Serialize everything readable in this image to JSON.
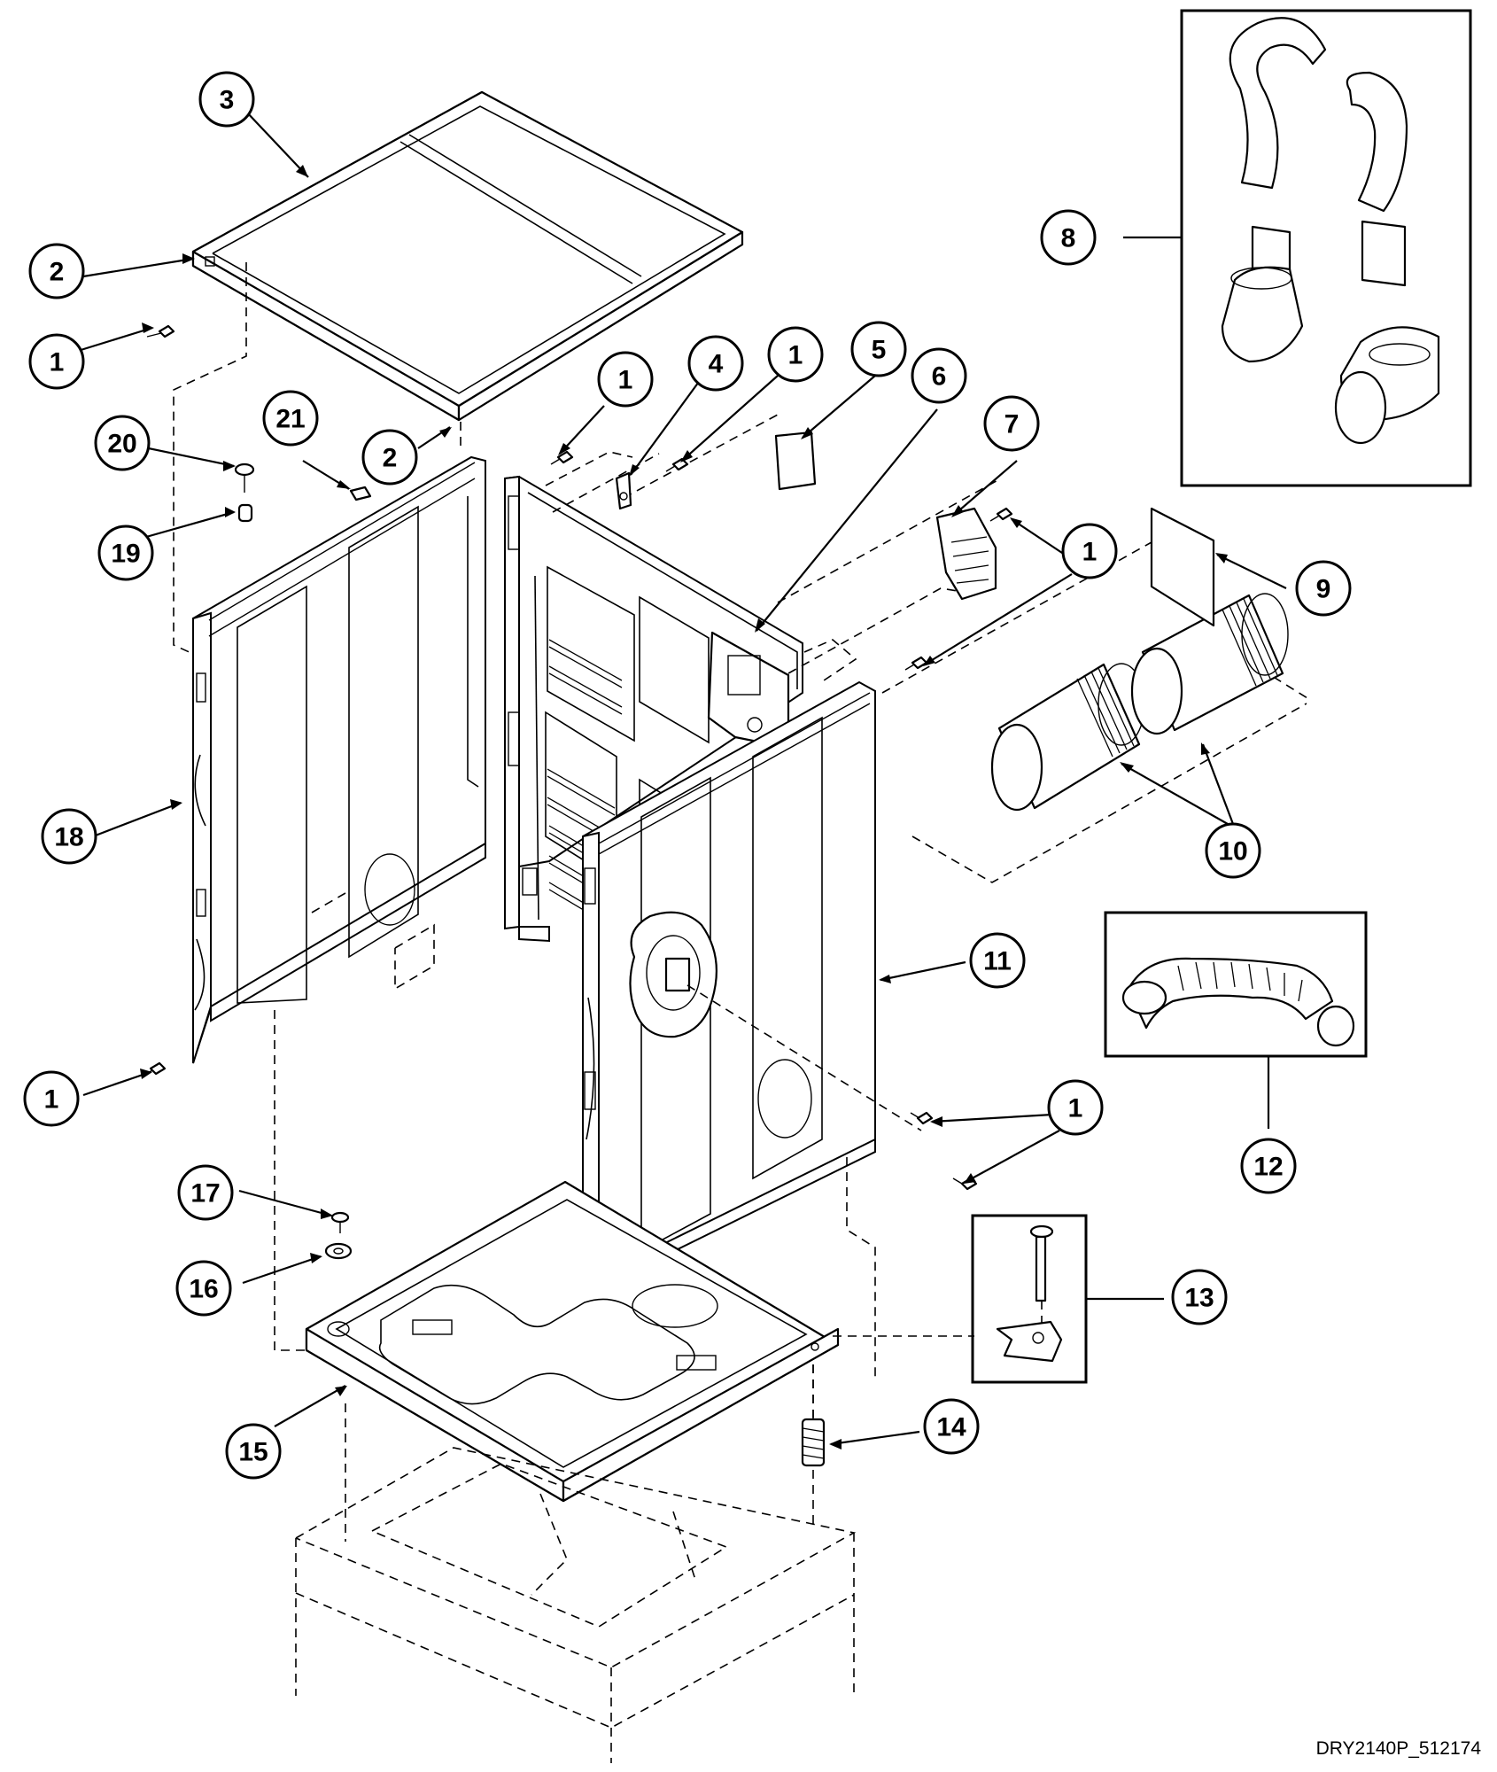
{
  "diagram_id_label": "DRY2140P_512174",
  "callouts": [
    {
      "id": "c1a",
      "label": "1"
    },
    {
      "id": "c2a",
      "label": "2"
    },
    {
      "id": "c3",
      "label": "3"
    },
    {
      "id": "c20",
      "label": "20"
    },
    {
      "id": "c19",
      "label": "19"
    },
    {
      "id": "c21",
      "label": "21"
    },
    {
      "id": "c2b",
      "label": "2"
    },
    {
      "id": "c1b",
      "label": "1"
    },
    {
      "id": "c4",
      "label": "4"
    },
    {
      "id": "c1c",
      "label": "1"
    },
    {
      "id": "c5",
      "label": "5"
    },
    {
      "id": "c6",
      "label": "6"
    },
    {
      "id": "c7",
      "label": "7"
    },
    {
      "id": "c1d",
      "label": "1"
    },
    {
      "id": "c8",
      "label": "8"
    },
    {
      "id": "c9",
      "label": "9"
    },
    {
      "id": "c10",
      "label": "10"
    },
    {
      "id": "c18",
      "label": "18"
    },
    {
      "id": "c11",
      "label": "11"
    },
    {
      "id": "c12",
      "label": "12"
    },
    {
      "id": "c1e",
      "label": "1"
    },
    {
      "id": "c1f",
      "label": "1"
    },
    {
      "id": "c17",
      "label": "17"
    },
    {
      "id": "c16",
      "label": "16"
    },
    {
      "id": "c13",
      "label": "13"
    },
    {
      "id": "c14",
      "label": "14"
    },
    {
      "id": "c15",
      "label": "15"
    }
  ]
}
